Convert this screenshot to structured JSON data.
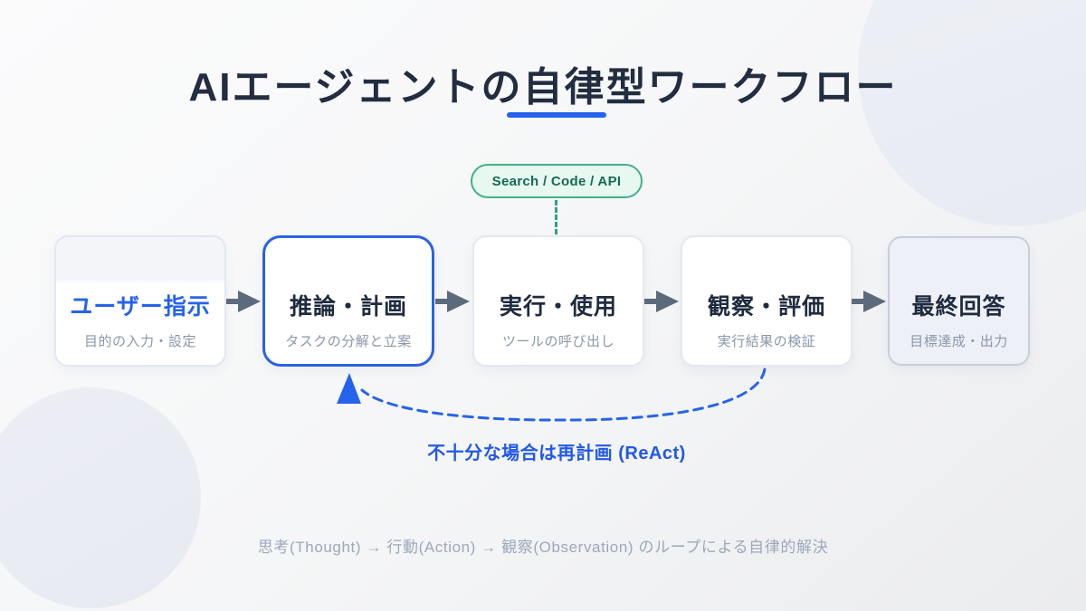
{
  "title": {
    "pre": "AIエージェントの",
    "highlight": "自律",
    "post": "型ワークフロー"
  },
  "tool_badge": {
    "label": "Search / Code / API"
  },
  "flow": {
    "steps": [
      {
        "title": "ユーザー指示",
        "subtitle": "目的の入力・設定",
        "variant": "start"
      },
      {
        "title": "推論・計画",
        "subtitle": "タスクの分解と立案",
        "variant": "highlighted"
      },
      {
        "title": "実行・使用",
        "subtitle": "ツールの呼び出し",
        "variant": "default"
      },
      {
        "title": "観察・評価",
        "subtitle": "実行結果の検証",
        "variant": "default"
      },
      {
        "title": "最終回答",
        "subtitle": "目標達成・出力",
        "variant": "end"
      }
    ]
  },
  "feedback_loop": {
    "label": "不十分な場合は再計画 (ReAct)"
  },
  "caption": "思考(Thought) → 行動(Action) → 観察(Observation) のループによる自律的解決",
  "colors": {
    "accent_blue": "#2563eb",
    "title_text": "#222d40",
    "step_title_text": "#1f2b3e",
    "step_subtitle_text": "#8b97a9",
    "arrow_gray": "#5c6a7d",
    "badge_text_green": "#156b52",
    "badge_border_green": "#41b186",
    "badge_bg_green": "#e7f8f0",
    "final_box_bg": "#edf0f6",
    "caption_text": "#9da8bb",
    "decor_circle": "#e9ecf3"
  }
}
